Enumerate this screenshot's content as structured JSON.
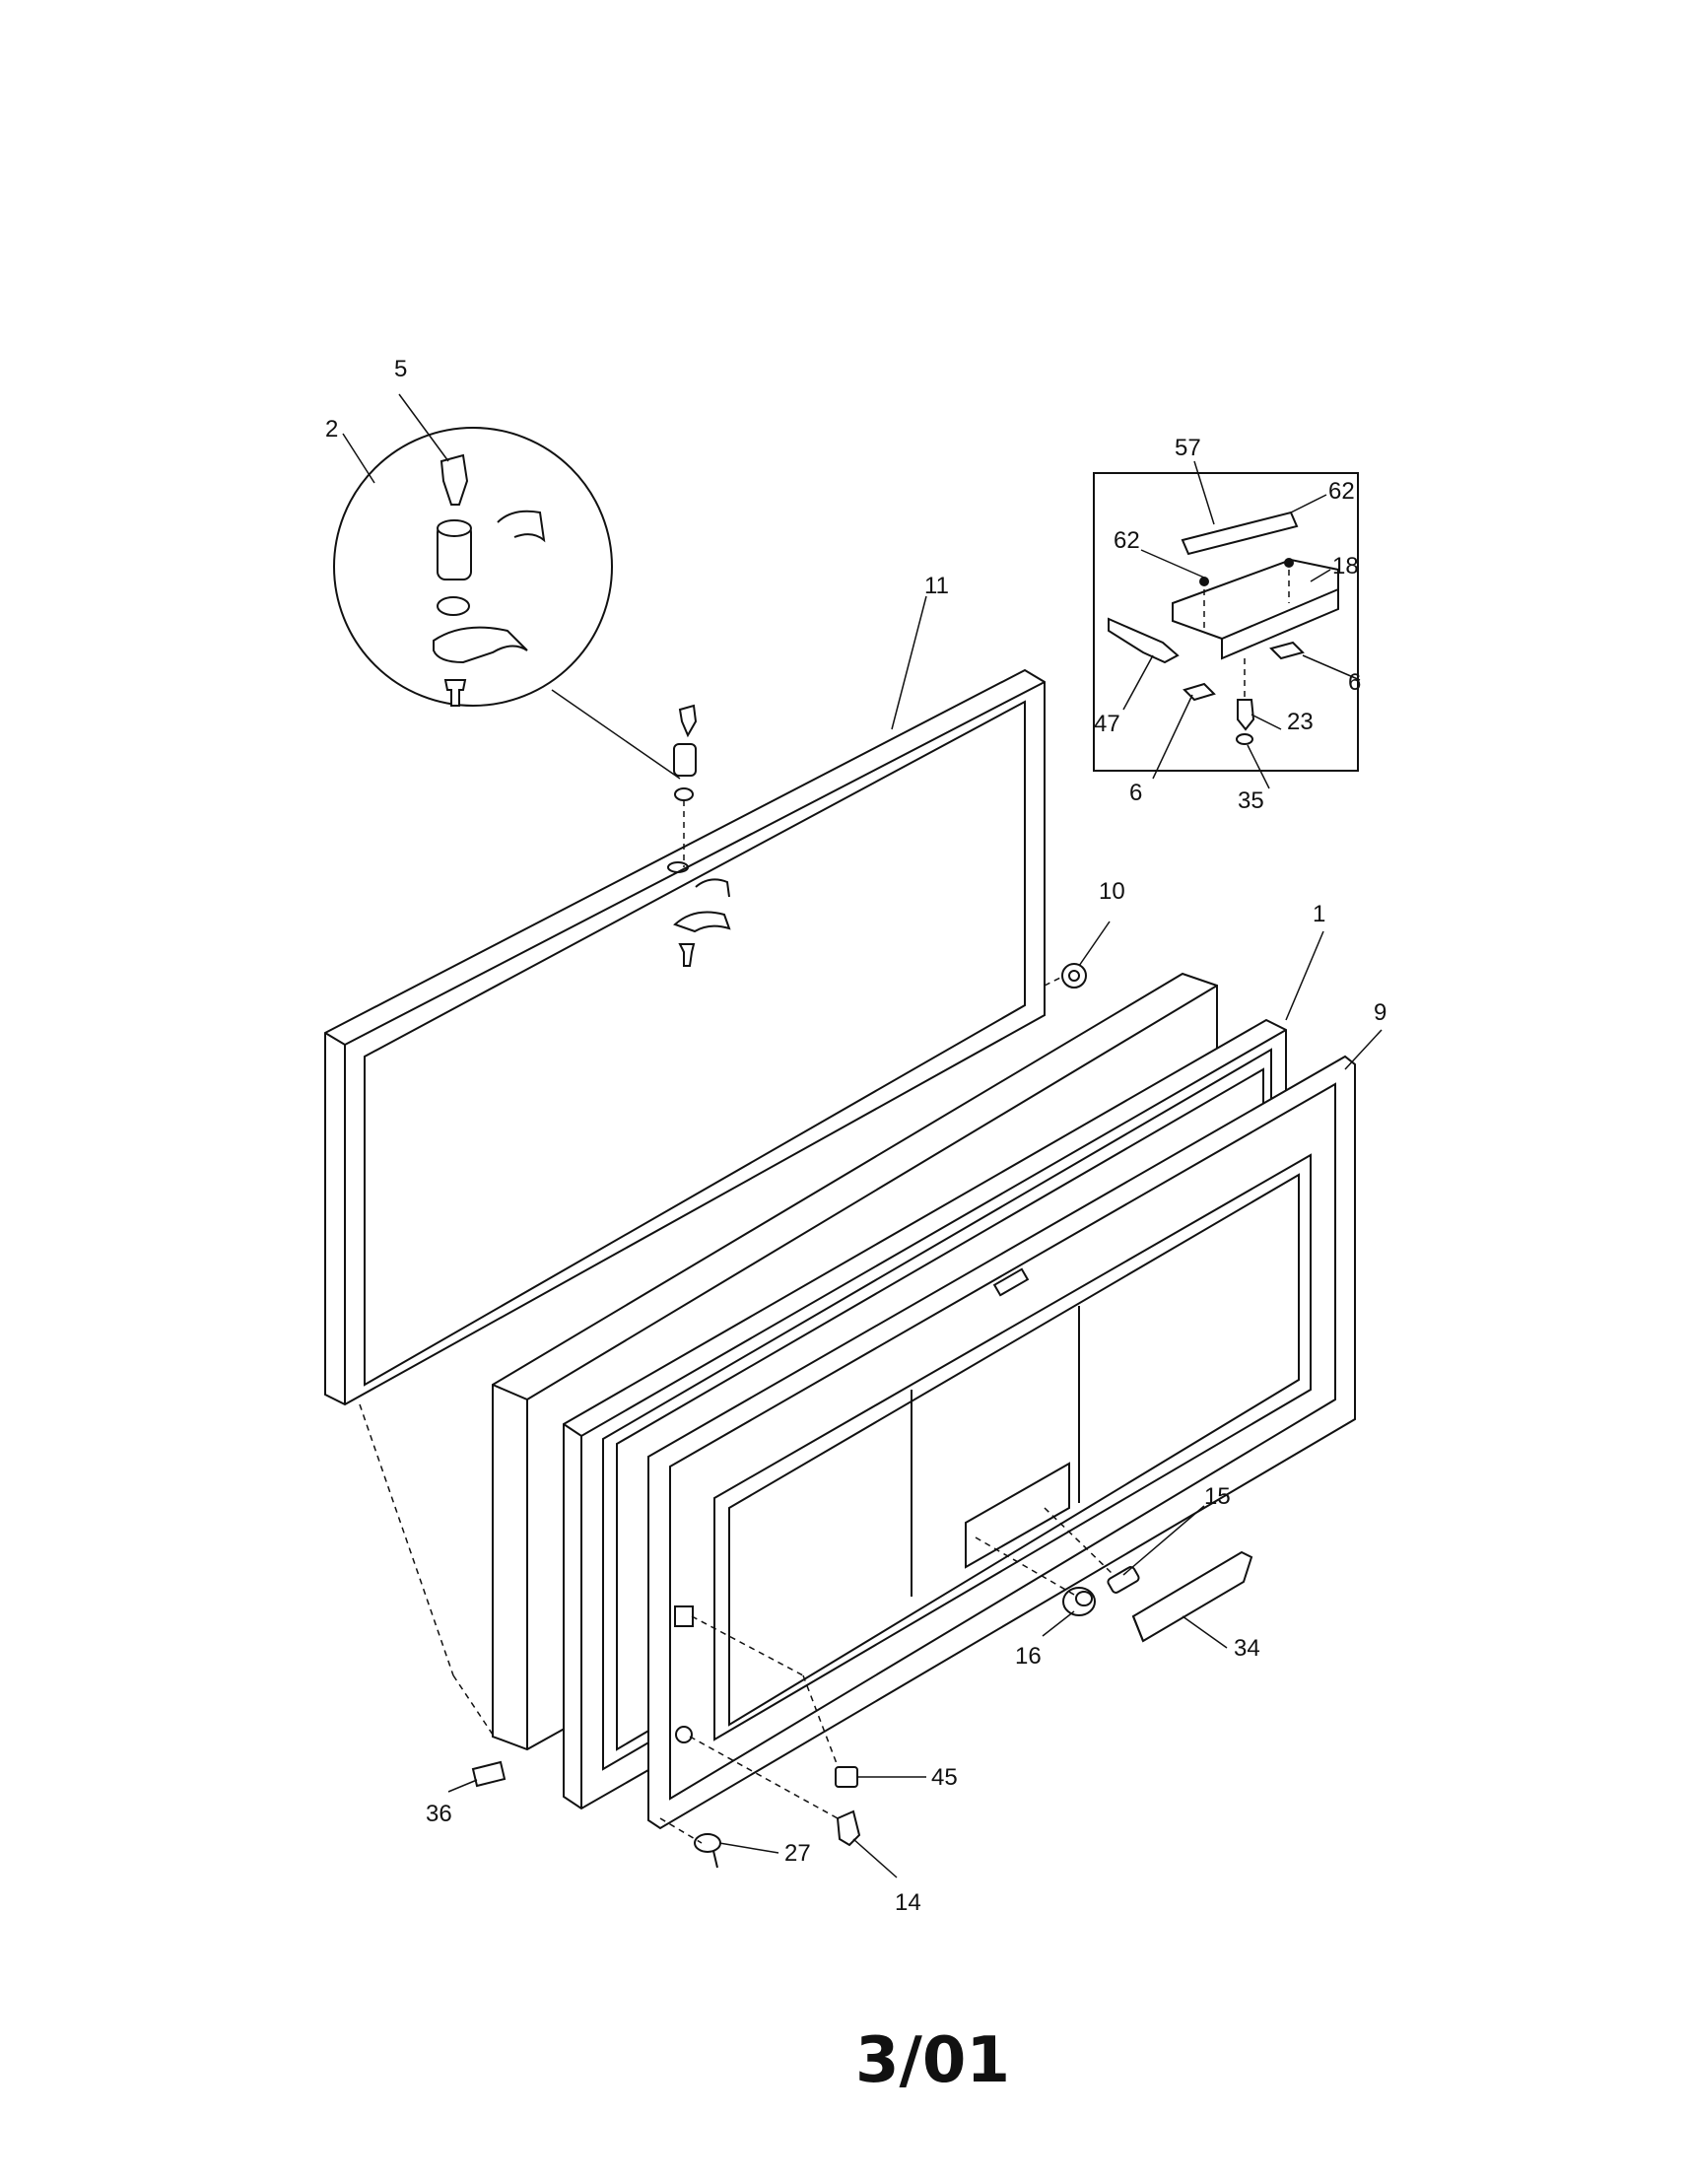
{
  "callouts": [
    {
      "id": "2"
    },
    {
      "id": "5"
    },
    {
      "id": "11"
    },
    {
      "id": "57"
    },
    {
      "id": "62"
    },
    {
      "id": "18"
    },
    {
      "id": "47"
    },
    {
      "id": "6"
    },
    {
      "id": "23"
    },
    {
      "id": "35"
    },
    {
      "id": "10"
    },
    {
      "id": "1"
    },
    {
      "id": "9"
    },
    {
      "id": "15"
    },
    {
      "id": "16"
    },
    {
      "id": "34"
    },
    {
      "id": "36"
    },
    {
      "id": "45"
    },
    {
      "id": "27"
    },
    {
      "id": "14"
    }
  ],
  "page_code": "3/01"
}
